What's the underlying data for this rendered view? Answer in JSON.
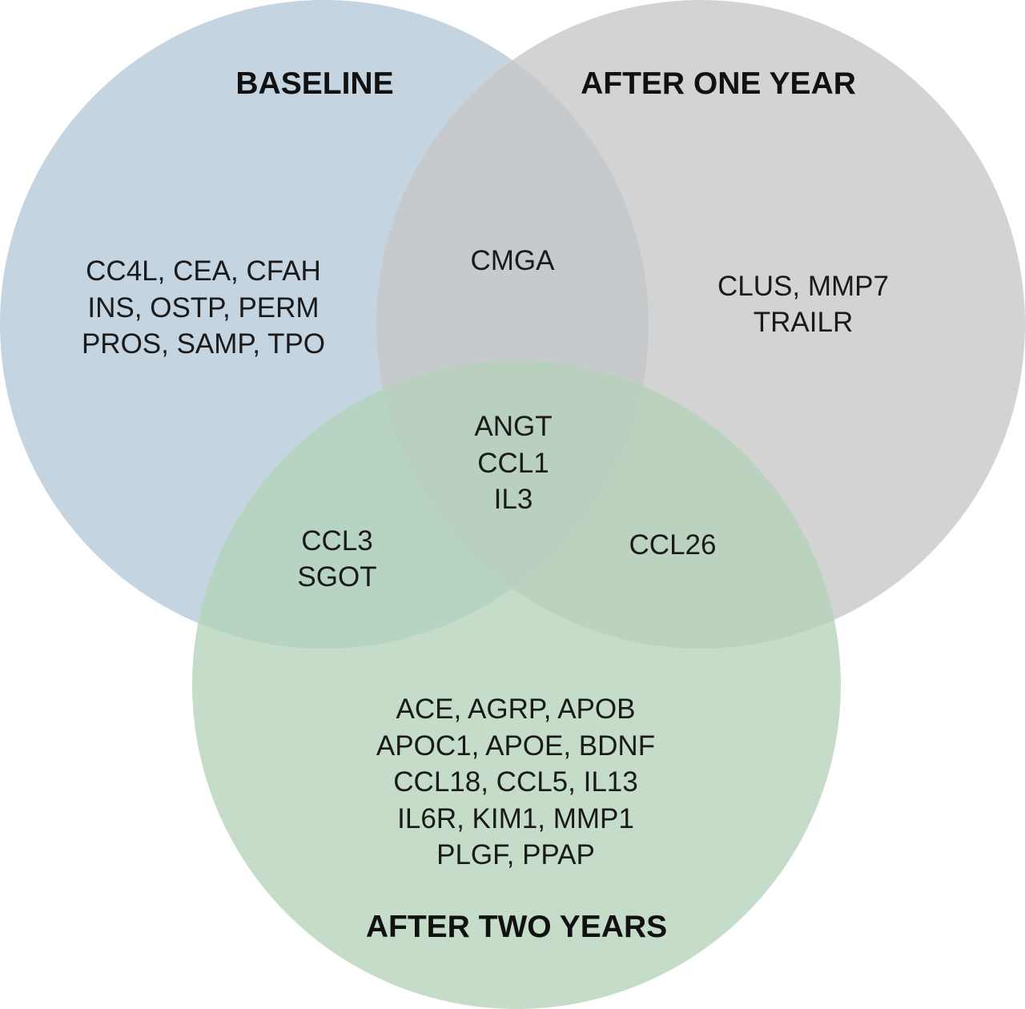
{
  "sets": {
    "baseline": {
      "title": "BASELINE",
      "color": "#b4c8d9"
    },
    "one_year": {
      "title": "AFTER ONE YEAR",
      "color": "#c7c7c7"
    },
    "two_years": {
      "title": "AFTER TWO YEARS",
      "color": "#b4d2b8"
    }
  },
  "regions": {
    "baseline_only": [
      "CC4L, CEA, CFAH",
      "INS, OSTP, PERM",
      "PROS, SAMP, TPO"
    ],
    "one_year_only": [
      "CLUS, MMP7",
      "TRAILR"
    ],
    "baseline_and_one_year": [
      "CMGA"
    ],
    "all_three": [
      "ANGT",
      "CCL1",
      "IL3"
    ],
    "baseline_and_two_years": [
      "CCL3",
      "SGOT"
    ],
    "one_year_and_two_years": [
      "CCL26"
    ],
    "two_years_only": [
      "ACE, AGRP, APOB",
      "APOC1, APOE, BDNF",
      "CCL18, CCL5, IL13",
      "IL6R, KIM1, MMP1",
      "PLGF, PPAP"
    ]
  }
}
